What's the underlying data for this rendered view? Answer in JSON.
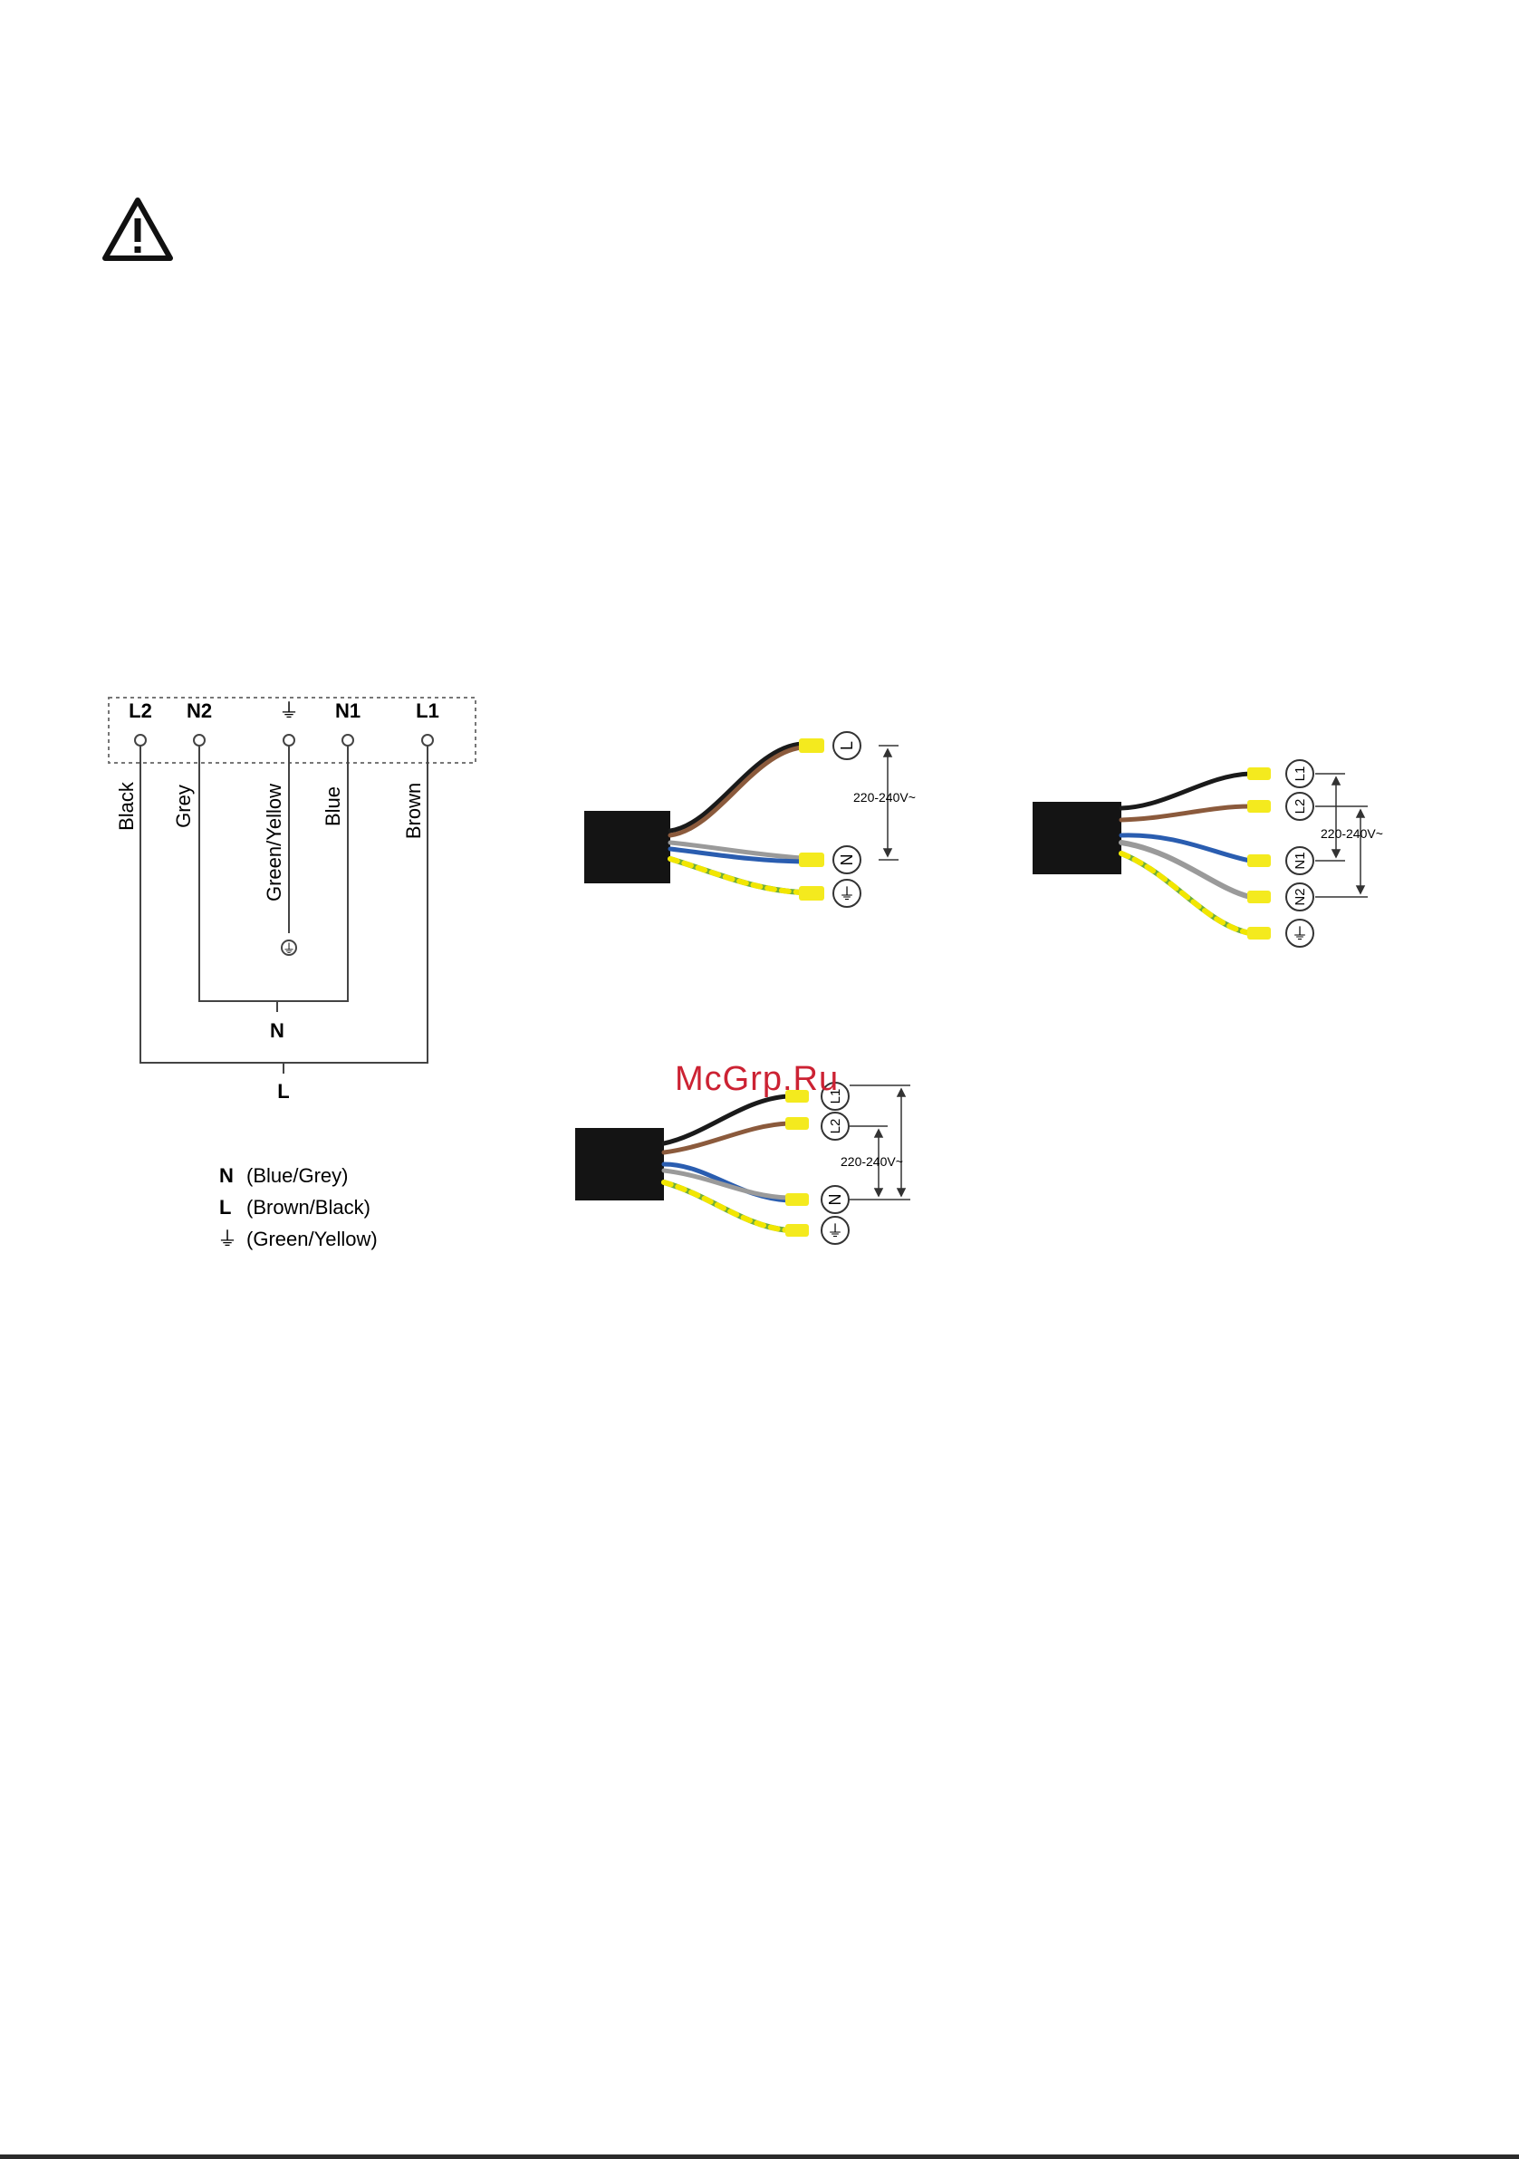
{
  "terminal": {
    "terminals": [
      "L2",
      "N2",
      "⏚",
      "N1",
      "L1"
    ],
    "wires": [
      "Black",
      "Grey",
      "Green/Yellow",
      "Blue",
      "Brown"
    ],
    "earth_symbol": "⏚",
    "join_n": "N",
    "join_l": "L",
    "legend": [
      {
        "key": "N",
        "text": "(Blue/Grey)"
      },
      {
        "key": "L",
        "text": "(Brown/Black)"
      },
      {
        "key": "⏚",
        "text": "(Green/Yellow)"
      }
    ]
  },
  "single_phase": {
    "tags": [
      "L",
      "N",
      "⏚"
    ],
    "voltage": "220-240V~"
  },
  "two_phase_a": {
    "tags": [
      "L1",
      "L2",
      "N1",
      "N2",
      "⏚"
    ],
    "voltage": "220-240V~"
  },
  "two_phase_b": {
    "tags": [
      "L1",
      "L2",
      "N",
      "⏚"
    ],
    "voltage": "220-240V~"
  },
  "watermark": "McGrp.Ru",
  "colors": {
    "wire_black": "#1a1a1a",
    "wire_brown": "#8b5a3c",
    "wire_blue": "#2a5db0",
    "wire_grey": "#9a9a9a",
    "wire_green": "#6fae3a",
    "wire_yellow": "#f2e600",
    "connector_yellow": "#f4ea1e",
    "box_black": "#141414",
    "watermark_red": "#cc2233"
  }
}
